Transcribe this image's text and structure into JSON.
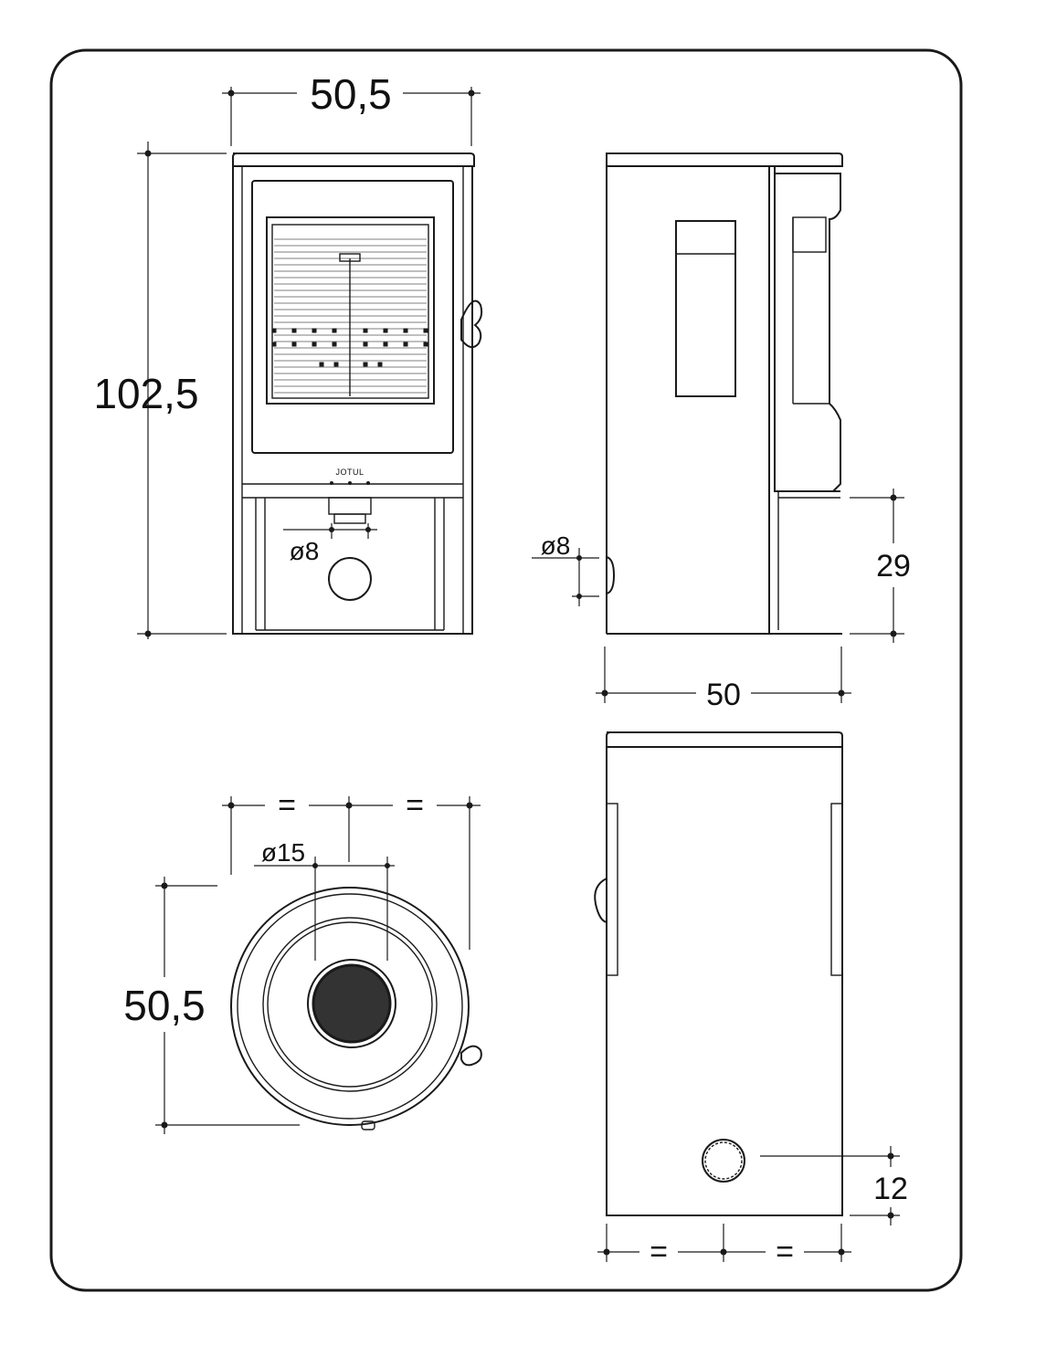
{
  "dimensions": {
    "front_width": "50,5",
    "front_height": "102,5",
    "front_outlet_diameter": "ø8",
    "side_outlet_diameter": "ø8",
    "side_depth": "50",
    "side_air_inlet_height": "29",
    "top_flue_diameter": "ø15",
    "top_diameter": "50,5",
    "top_equal_left": "=",
    "top_equal_right": "=",
    "rear_equal_left": "=",
    "rear_equal_right": "=",
    "rear_outlet_height": "12"
  },
  "brand_mark": "JOTUL"
}
